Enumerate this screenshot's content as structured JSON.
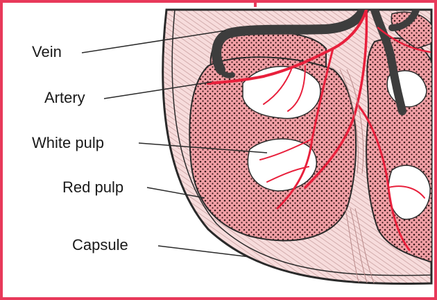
{
  "labels": {
    "vein": "Vein",
    "artery": "Artery",
    "white_pulp": "White pulp",
    "red_pulp": "Red pulp",
    "capsule": "Capsule"
  },
  "colors": {
    "frame": "#e8395a",
    "red_pulp": "#f2a0a6",
    "artery": "#e8203c",
    "vein": "#3d3d3d",
    "capsule": "#f7dcdc"
  }
}
